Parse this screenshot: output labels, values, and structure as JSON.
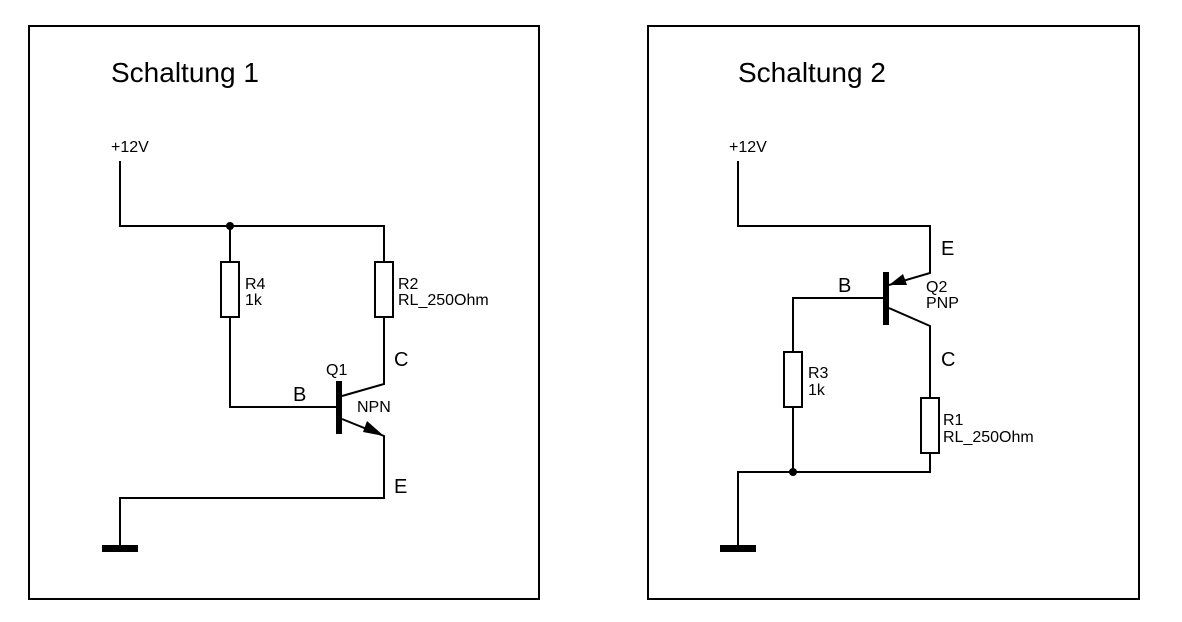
{
  "circuit_1": {
    "title": "Schaltung 1",
    "supply_label": "+12V",
    "base_resistor": {
      "name": "R4",
      "value": "1k"
    },
    "load_resistor": {
      "name": "R2",
      "value": "RL_250Ohm"
    },
    "transistor": {
      "name": "Q1",
      "type": "NPN"
    },
    "pins": {
      "base": "B",
      "collector": "C",
      "emitter": "E"
    }
  },
  "circuit_2": {
    "title": "Schaltung 2",
    "supply_label": "+12V",
    "base_resistor": {
      "name": "R3",
      "value": "1k"
    },
    "load_resistor": {
      "name": "R1",
      "value": "RL_250Ohm"
    },
    "transistor": {
      "name": "Q2",
      "type": "PNP"
    },
    "pins": {
      "base": "B",
      "collector": "C",
      "emitter": "E"
    }
  }
}
